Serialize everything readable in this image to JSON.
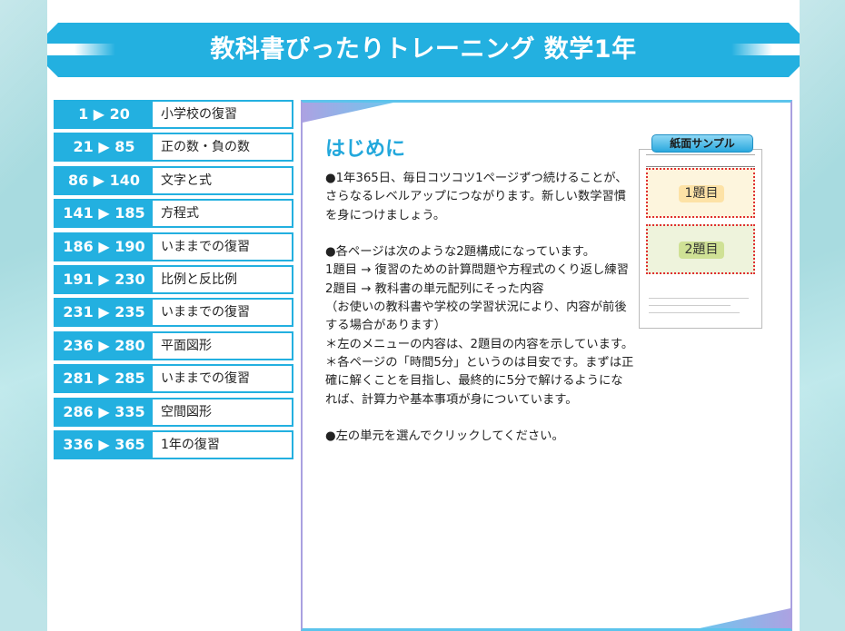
{
  "header": {
    "title": "教科書ぴったりトレーニング 数学1年"
  },
  "menu": {
    "items": [
      {
        "range": "1 ▶ 20",
        "label": "小学校の復習"
      },
      {
        "range": "21 ▶ 85",
        "label": "正の数・負の数"
      },
      {
        "range": "86 ▶ 140",
        "label": "文字と式"
      },
      {
        "range": "141 ▶ 185",
        "label": "方程式"
      },
      {
        "range": "186 ▶ 190",
        "label": "いままでの復習"
      },
      {
        "range": "191 ▶ 230",
        "label": "比例と反比例"
      },
      {
        "range": "231 ▶ 235",
        "label": "いままでの復習"
      },
      {
        "range": "236 ▶ 280",
        "label": "平面図形"
      },
      {
        "range": "281 ▶ 285",
        "label": "いままでの復習"
      },
      {
        "range": "286 ▶ 335",
        "label": "空間図形"
      },
      {
        "range": "336 ▶ 365",
        "label": "1年の復習"
      }
    ]
  },
  "content": {
    "title": "はじめに",
    "paragraphs": [
      "●1年365日、毎日コツコツ1ページずつ続けることが、さらなるレベルアップにつながります。新しい数学習慣を身につけましょう。",
      "●各ページは次のような2題構成になっています。",
      "1題目 → 復習のための計算問題や方程式のくり返し練習",
      "2題目 → 教科書の単元配列にそった内容",
      "（お使いの教科書や学校の学習状況により、内容が前後する場合があります）",
      "＊左のメニューの内容は、2題目の内容を示しています。",
      "＊各ページの「時間5分」というのは目安です。まずは正確に解くことを目指し、最終的に5分で解けるようになれば、計算力や基本事項が身についています。",
      "●左の単元を選んでクリックしてください。"
    ]
  },
  "sample": {
    "tab_label": "紙面サンプル",
    "q1_label": "1題目",
    "q2_label": "2題目"
  },
  "colors": {
    "accent": "#23b0e0",
    "title_blue": "#23a8dc",
    "panel_border": "#a9a0e0",
    "background": "#b6e2e6"
  }
}
